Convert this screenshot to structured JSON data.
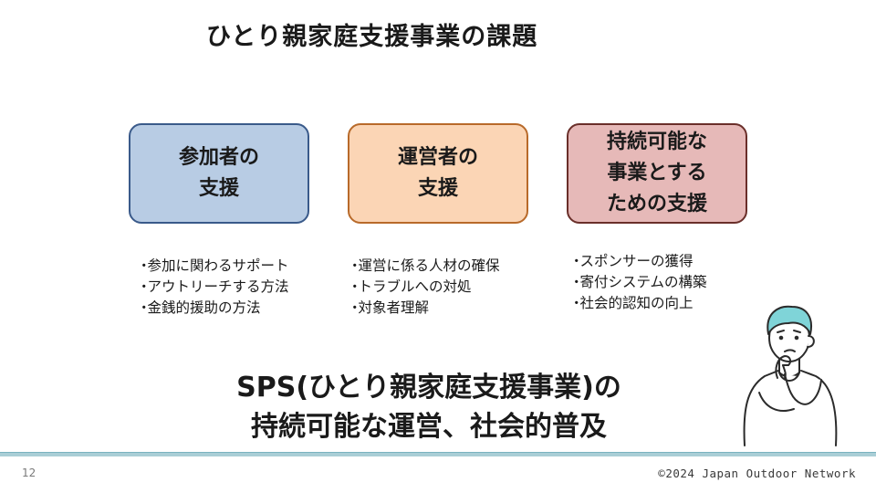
{
  "slide": {
    "title": "ひとり親家庭支援事業の課題",
    "headline": "SPS(ひとり親家庭支援事業)の\n持続可能な運営、社会的普及",
    "page_number": "12",
    "copyright": "©2024 Japan Outdoor Network"
  },
  "boxes": [
    {
      "label": "参加者の\n支援",
      "color": "#b8cce4"
    },
    {
      "label": "運営者の\n支援",
      "color": "#fbd5b5"
    },
    {
      "label": "持続可能な\n事業とする\nための支援",
      "color": "#e6b9b8"
    }
  ],
  "lists": [
    [
      "参加に関わるサポート",
      "アウトリーチする方法",
      "金銭的援助の方法"
    ],
    [
      "運営に係る人材の確保",
      "トラブルへの対処",
      "対象者理解"
    ],
    [
      "スポンサーの獲得",
      "寄付システムの構築",
      "社会的認知の向上"
    ]
  ],
  "illustration": {
    "icon": "thinking-person-icon",
    "hair_color": "#7fd4d8"
  }
}
